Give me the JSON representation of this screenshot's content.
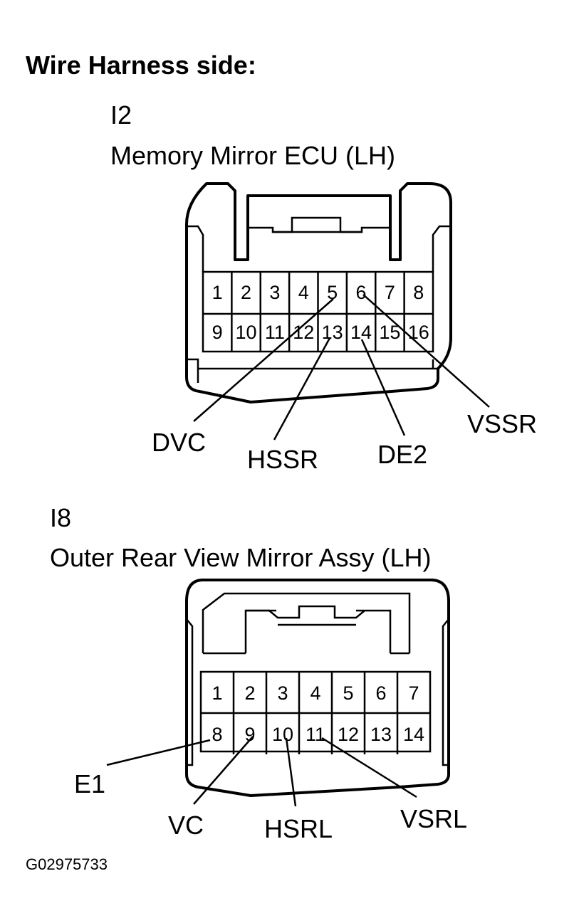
{
  "header": "Wire Harness side:",
  "connector_i2": {
    "code": "I2",
    "name": "Memory Mirror ECU (LH)",
    "top_row": [
      "1",
      "2",
      "3",
      "4",
      "5",
      "6",
      "7",
      "8"
    ],
    "bottom_row": [
      "9",
      "10",
      "11",
      "12",
      "13",
      "14",
      "15",
      "16"
    ],
    "labels": {
      "dvc": "DVC",
      "hssr": "HSSR",
      "de2": "DE2",
      "vssr": "VSSR"
    }
  },
  "connector_i8": {
    "code": "I8",
    "name": "Outer Rear View Mirror Assy (LH)",
    "top_row": [
      "1",
      "2",
      "3",
      "4",
      "5",
      "6",
      "7"
    ],
    "bottom_row": [
      "8",
      "9",
      "10",
      "11",
      "12",
      "13",
      "14"
    ],
    "labels": {
      "e1": "E1",
      "vc": "VC",
      "hsrl": "HSRL",
      "vsrl": "VSRL"
    }
  },
  "figure_code": "G02975733"
}
